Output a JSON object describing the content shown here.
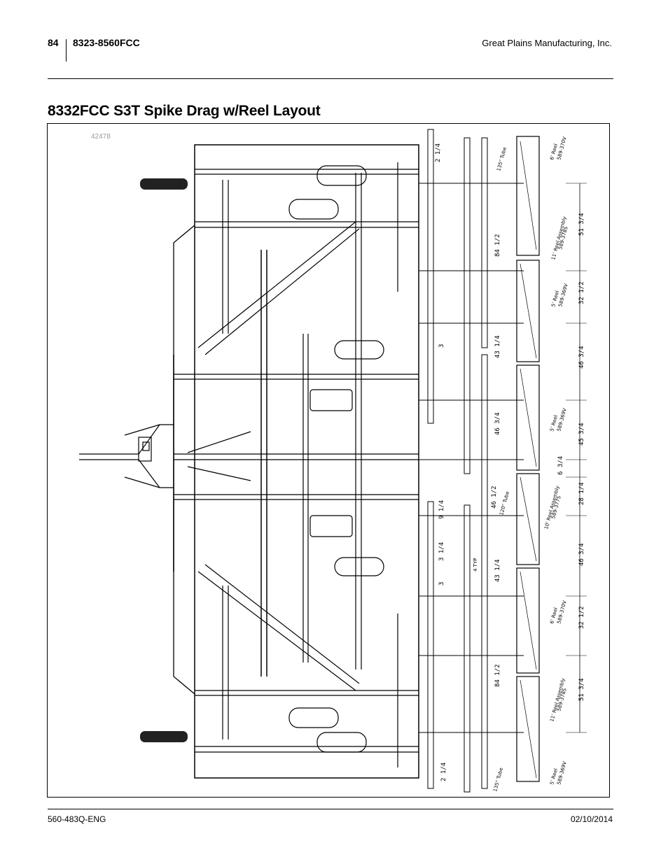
{
  "header": {
    "page_number": "84",
    "model": "8323-8560FCC",
    "company": "Great Plains Manufacturing, Inc."
  },
  "title": "8332FCC S3T Spike Drag w/Reel Layout",
  "figure": {
    "ref_number": "42478",
    "dimensions": {
      "d1": "2 1/4",
      "d2": "84 1/2",
      "d3": "3",
      "d4": "43 1/4",
      "d5": "46 3/4",
      "d6": "9 1/4",
      "d7": "46 1/2",
      "d8": "3 1/4",
      "d9": "43 1/4",
      "d10": "3",
      "d11": "84 1/2",
      "d12": "2 1/4",
      "r1": "51 3/4",
      "r2": "32 1/2",
      "r3": "46 3/4",
      "r4": "45 3/4",
      "r5": "6 3/4",
      "r6": "28 1/4",
      "r7": "46 3/4",
      "r8": "32 1/2",
      "r9": "51 3/4"
    },
    "labels": {
      "tube_135_top": "135\" Tube",
      "tube_120": "120\" Tube",
      "tube_135_bottom": "135\" Tube",
      "four_typ": "4 TYP",
      "reel_6_top": "6' Reel",
      "reel_6_top_pn": "589-370V",
      "reel_11_top": "11' Reel Assembly",
      "reel_11_top_pn": "589-378S",
      "reel_5_top": "5' Reel",
      "reel_5_top_pn": "589-369V",
      "reel_5_mid": "5' Reel",
      "reel_5_mid_pn": "589-369V",
      "reel_10": "10' Reel Assembly",
      "reel_10_pn": "589-377S",
      "reel_6_bottom": "6' Reel",
      "reel_6_bottom_pn": "589-370V",
      "reel_11_bottom": "11' Reel Assembly",
      "reel_11_bottom_pn": "589-378S",
      "reel_5_bottom": "5' Reel",
      "reel_5_bottom_pn": "589-369V"
    }
  },
  "footer": {
    "doc_number": "560-483Q-ENG",
    "date": "02/10/2014"
  }
}
